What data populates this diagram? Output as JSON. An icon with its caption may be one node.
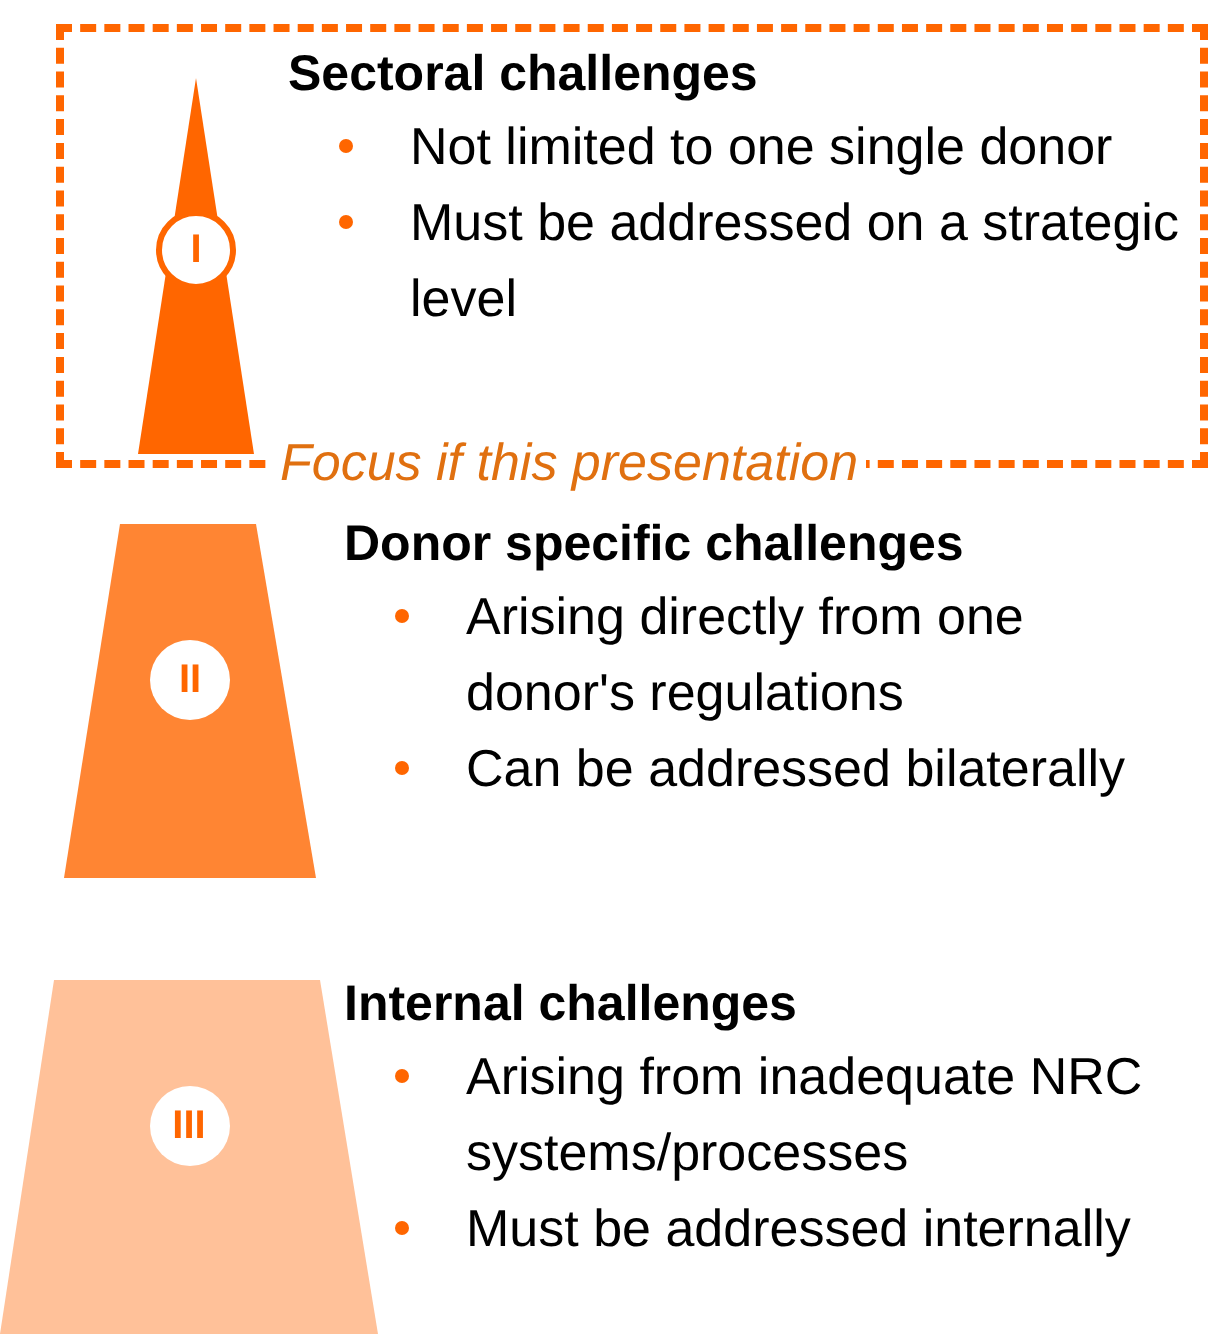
{
  "diagram": {
    "nodes": [
      {
        "text": [
          "Focus if this presentation"
        ]
      },
      {
        "text": [
          "I"
        ],
        "in": 0,
        "beside": [
          "Sectoral challenges",
          "Not limited to one single donor",
          "Must be addressed on a strategic level"
        ]
      },
      {
        "text": [
          "II"
        ],
        "beside": [
          "Donor specific challenges",
          "Arising directly from one donor's regulations",
          "Can be addressed bilaterally"
        ]
      },
      {
        "text": [
          "III"
        ],
        "beside": [
          "Internal challenges",
          "Arising from inadequate NRC systems/processes",
          "Must be addressed internally"
        ]
      }
    ]
  }
}
